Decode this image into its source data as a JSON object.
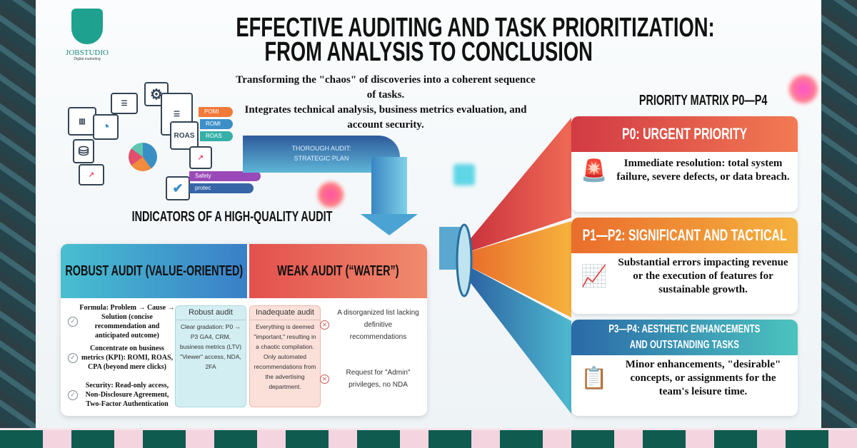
{
  "logo": {
    "name": "JOBSTUDIO",
    "tagline": "Digital marketing"
  },
  "title": {
    "line1": "EFFECTIVE AUDITING AND TASK PRIORITIZATION:",
    "line2": "FROM ANALYSIS TO CONCLUSION"
  },
  "subtitle": {
    "line1": "Transforming the \"chaos\" of discoveries into a coherent sequence of tasks.",
    "line2": "Integrates technical analysis, business metrics evaluation, and account security."
  },
  "illustration": {
    "labels": [
      "POMI",
      "ROMI",
      "ROAS",
      "Safety",
      "protec"
    ],
    "box_label": "ROAS"
  },
  "pipe": {
    "line1": "THOROUGH AUDIT:",
    "line2": "STRATEGIC PLAN"
  },
  "indicators_title": "INDICATORS OF A HIGH-QUALITY AUDIT",
  "audit": {
    "robust_header": "ROBUST AUDIT (VALUE-ORIENTED)",
    "weak_header": "WEAK AUDIT (“WATER”)",
    "robust_items": [
      "Formula: Problem → Cause → Solution (concise recommendation and anticipated outcome)",
      "Concentrate on business metrics (KPI): ROMI, ROAS, CPA (beyond mere clicks)",
      "Security: Read-only access, Non-Disclosure Agreement, Two-Factor Authentication"
    ],
    "robust_col": {
      "title": "Robust audit",
      "body": "Clear gradation: P0 → P3 GA4, CRM, business metrics (LTV) \"Viewer\" access, NDA, 2FA"
    },
    "weak_col": {
      "title": "Inadequate audit",
      "body": "Everything is deemed \"important,\" resulting in a chaotic compilation. Only automated recommendations from the advertising department."
    },
    "weak_items": [
      "A disorganized list lacking definitive recommendations",
      "Request for \"Admin\" privileges, no NDA"
    ]
  },
  "matrix": {
    "title": "PRIORITY MATRIX P0—P4",
    "cards": [
      {
        "header": "P0: URGENT PRIORITY",
        "text": "Immediate resolution: total system failure, severe defects, or data breach.",
        "icon": "siren-icon",
        "color": "#d9424a"
      },
      {
        "header": "P1—P2: SIGNIFICANT AND TACTICAL",
        "text": "Substantial errors impacting revenue or the execution of features for sustainable growth.",
        "icon": "growth-chart-icon",
        "color": "#ee7a2a"
      },
      {
        "header_line1": "P3—P4: AESTHETIC ENHANCEMENTS",
        "header_line2": "AND OUTSTANDING TASKS",
        "text": "Minor enhancements, \"desirable\" concepts, or assignments for the team's leisure time.",
        "icon": "clipboard-checklist-icon",
        "color": "#2e8fbf"
      }
    ]
  }
}
